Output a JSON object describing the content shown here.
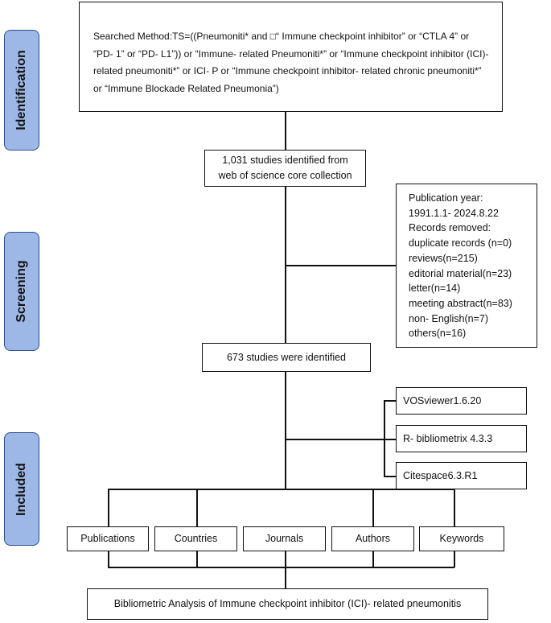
{
  "stages": {
    "identification": "Identification",
    "screening": "Screening",
    "included": "Included"
  },
  "search": {
    "lines": [
      "Searched Method:TS=((Pneumoniti* and □“ Immune checkpoint inhibitor” or “CTLA 4” or",
      "“PD- 1” or “PD- L1”)) or “Immune- related Pneumoniti*” or “Immune checkpoint inhibitor (ICI)-",
      "related pneumoniti*” or ICI- P or “Immune checkpoint inhibitor- related chronic pneumoniti*”",
      "or “Immune Blockade Related Pneumonia”)"
    ]
  },
  "identified": {
    "line1": "1,031 studies identified from",
    "line2": "web of science core collection"
  },
  "exclusion": {
    "lines": [
      "Publication year:",
      "1991.1.1- 2024.8.22",
      "Records removed:",
      "duplicate records (n=0)",
      "reviews(n=215)",
      "editorial material(n=23)",
      "letter(n=14)",
      "meeting abstract(n=83)",
      "non- English(n=7)",
      "others(n=16)"
    ]
  },
  "screened": "673 studies were identified",
  "tools": [
    "VOSviewer1.6.20",
    "R- bibliometrix 4.3.3",
    "Citespace6.3.R1"
  ],
  "categories": [
    "Publications",
    "Countries",
    "Journals",
    "Authors",
    "Keywords"
  ],
  "final": "Bibliometric Analysis of Immune checkpoint inhibitor (ICI)- related pneumonitis",
  "colors": {
    "stage_fill": "#9db8e6",
    "stage_border": "#2d4f8e",
    "line": "#111111"
  }
}
